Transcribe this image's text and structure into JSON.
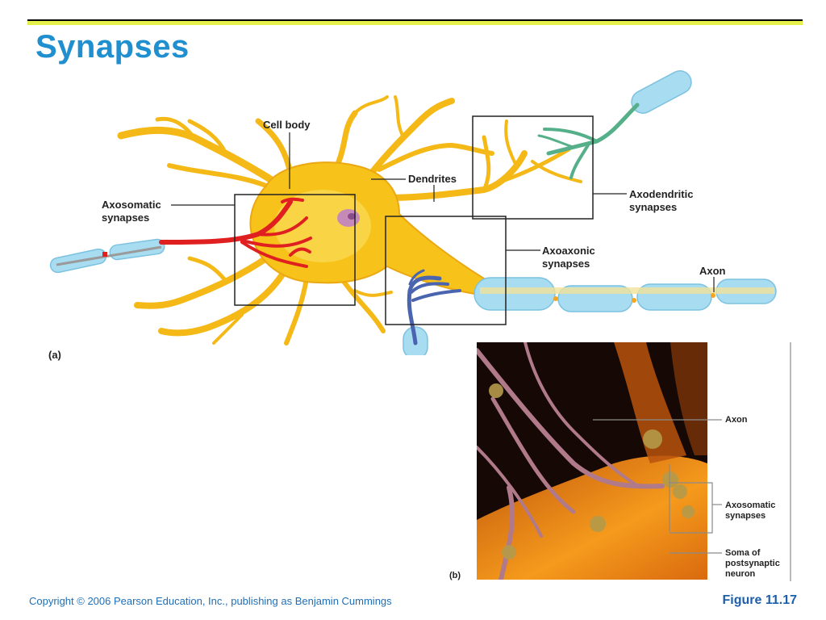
{
  "slide": {
    "title": "Synapses",
    "copyright": "Copyright © 2006 Pearson Education, Inc., publishing as Benjamin Cummings",
    "figure": "Figure 11.17"
  },
  "panel_a": {
    "label": "(a)",
    "labels": {
      "cell_body": "Cell body",
      "dendrites": "Dendrites",
      "axosomatic_line1": "Axosomatic",
      "axosomatic_line2": "synapses",
      "axodendritic_line1": "Axodendritic",
      "axodendritic_line2": "synapses",
      "axoaxonic_line1": "Axoaxonic",
      "axoaxonic_line2": "synapses",
      "axon": "Axon"
    }
  },
  "panel_b": {
    "label": "(b)",
    "labels": {
      "axon": "Axon",
      "axosomatic_line1": "Axosomatic",
      "axosomatic_line2": "synapses",
      "soma_line1": "Soma of",
      "soma_line2": "postsynaptic",
      "soma_line3": "neuron"
    }
  },
  "colors": {
    "title": "#1f8fd0",
    "neuron": "#f7c21a",
    "axosomatic_terminal": "#e02020",
    "axodendritic_terminal": "#55b08a",
    "axoaxonic_terminal": "#4a64b0",
    "myelin": "#a8dcf0"
  }
}
